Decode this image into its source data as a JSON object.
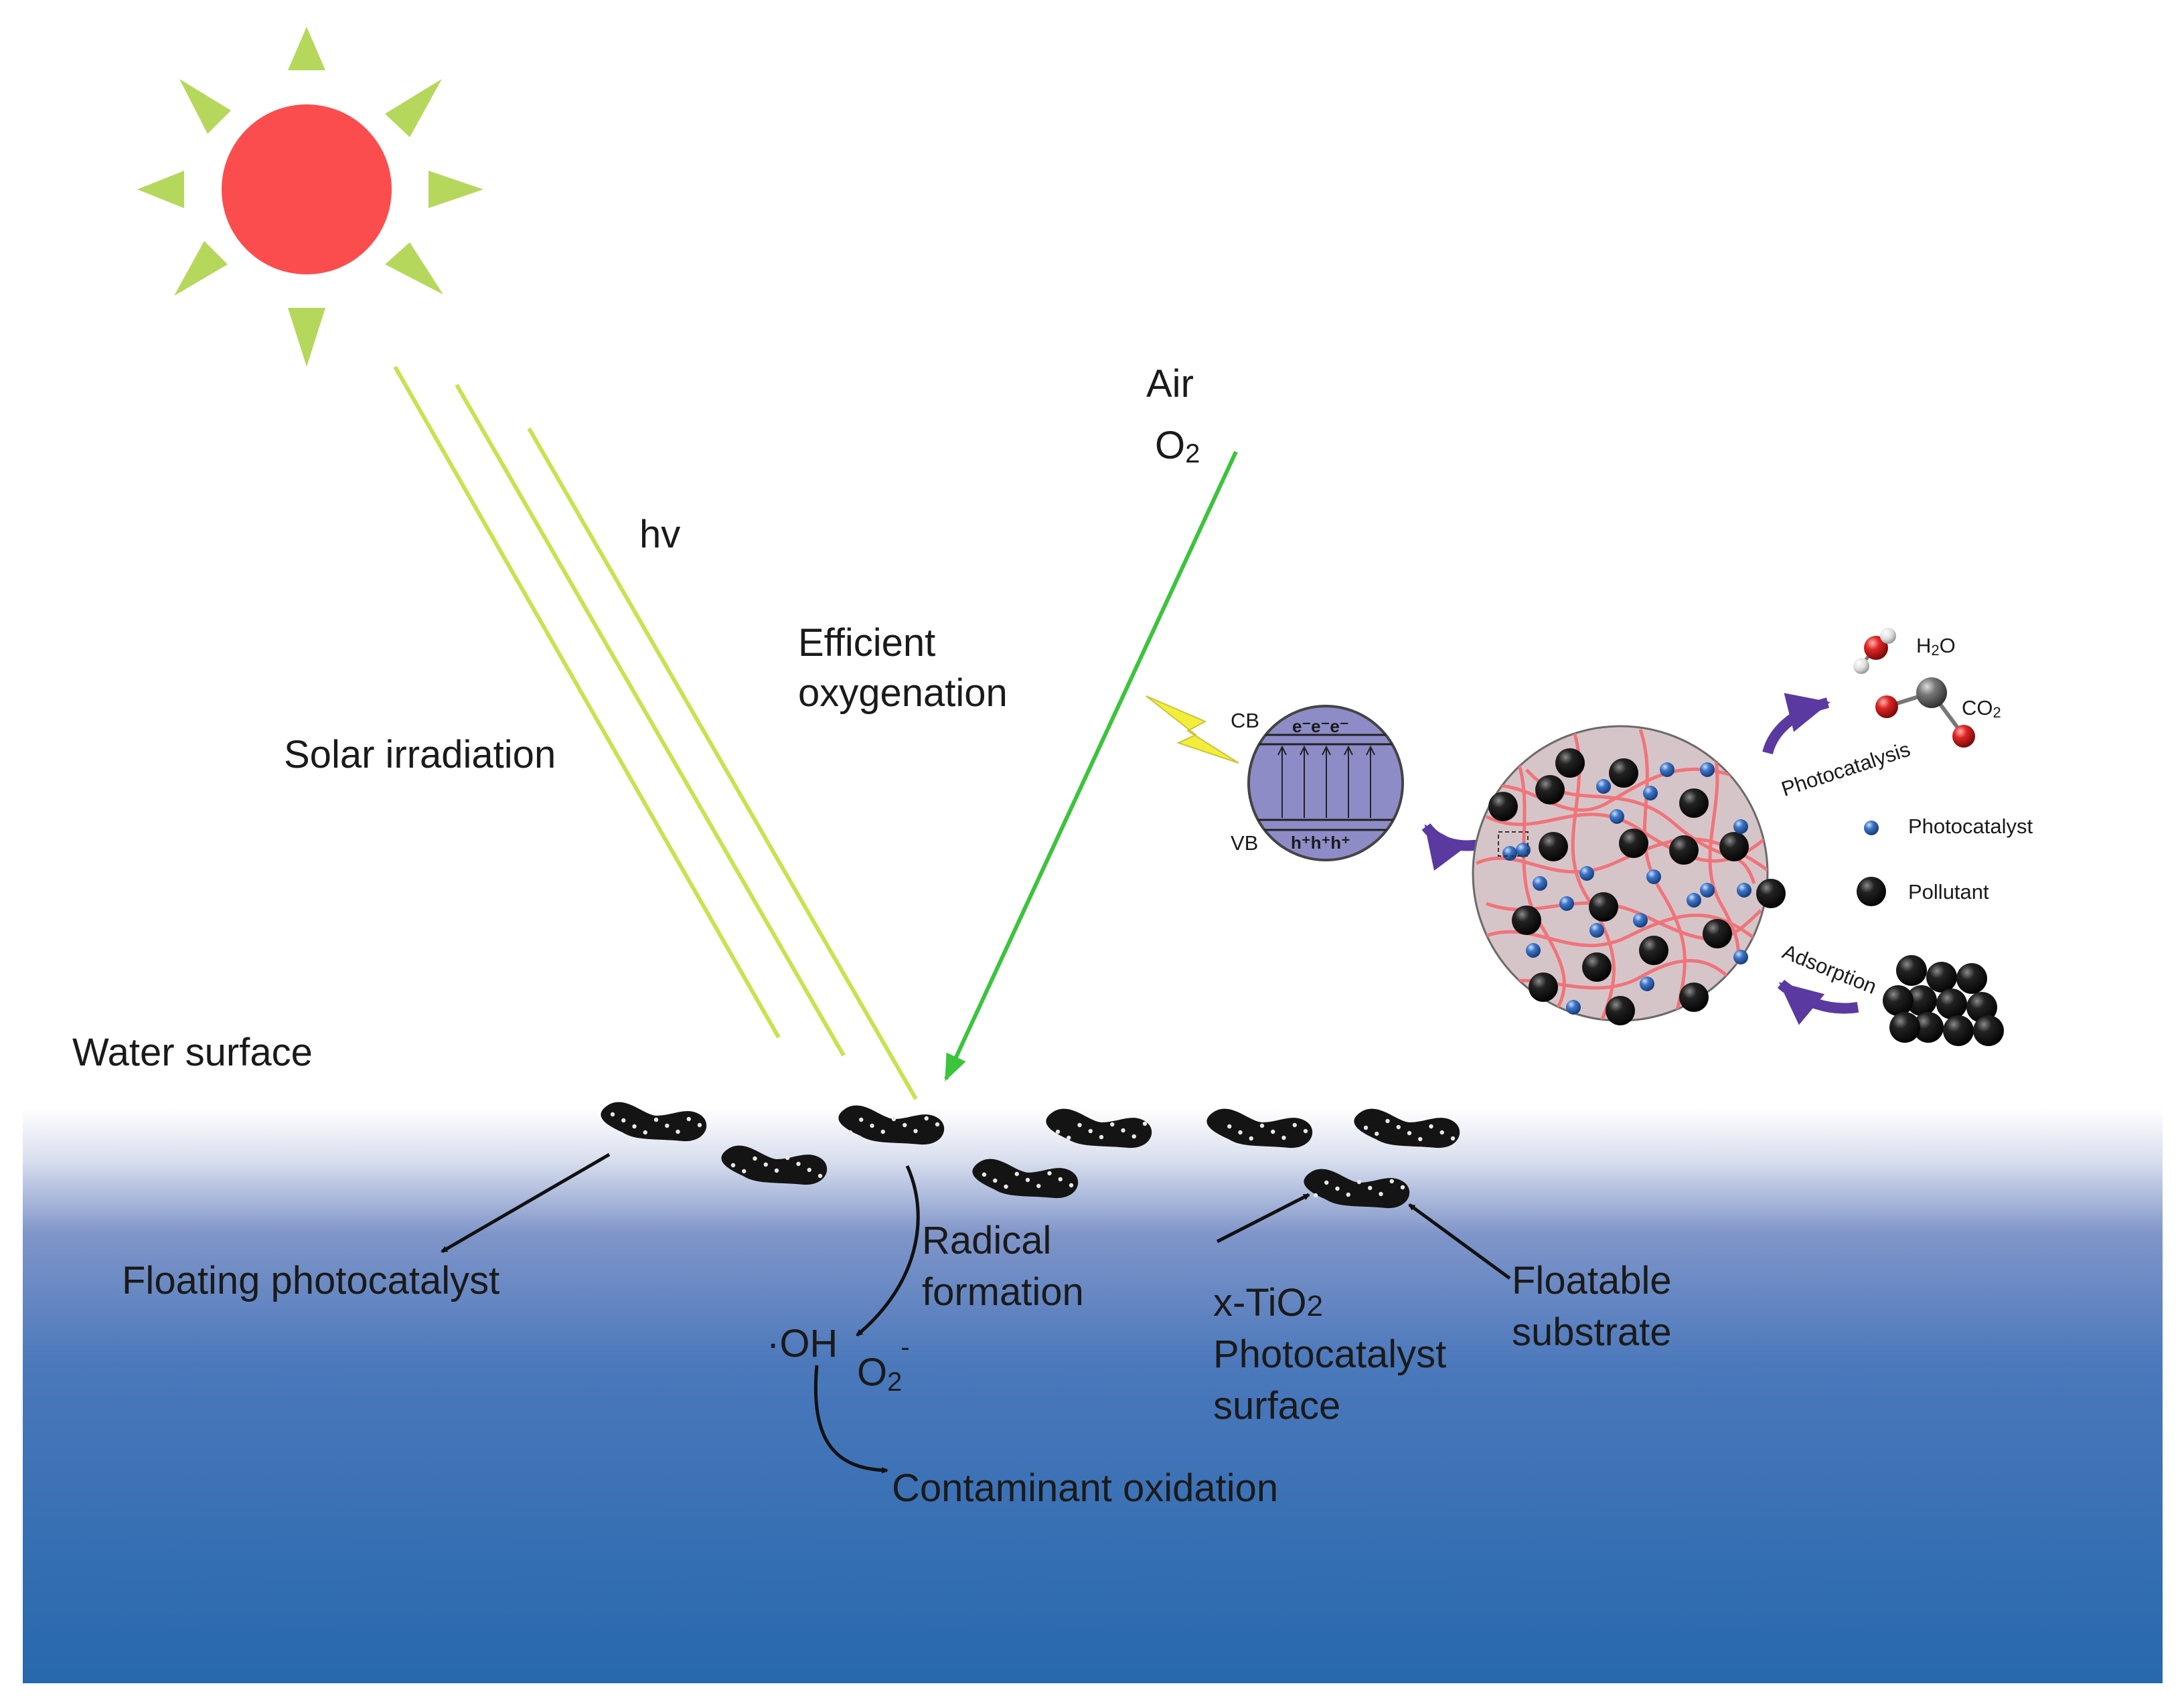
{
  "labels": {
    "air": "Air",
    "o2_air": "O",
    "o2_air_sub": "2",
    "hv": "hv",
    "efficient_1": "Efficient",
    "efficient_2": "oxygenation",
    "solar": "Solar irradiation",
    "water_surface": "Water surface",
    "floating_photocatalyst": "Floating photocatalyst",
    "radical_1": "Radical",
    "radical_2": "formation",
    "oh": "·OH",
    "o2_radical": "O",
    "o2_radical_sub": "2",
    "o2_radical_sup": "-",
    "contaminant": "Contaminant oxidation",
    "tio2_1": "x-TiO",
    "tio2_1_sub": "2",
    "tio2_2": "Photocatalyst",
    "tio2_3": "surface",
    "floatable_1": "Floatable",
    "floatable_2": "substrate"
  },
  "inset": {
    "cb": "CB",
    "vb": "VB",
    "electrons": "e⁻e⁻e⁻",
    "holes": "h⁺h⁺h⁺",
    "h2o": "H",
    "h2o_sub": "2",
    "h2o_end": "O",
    "co2": "CO",
    "co2_sub": "2",
    "photocatalysis": "Photocatalysis",
    "adsorption": "Adsorption",
    "legend_photocatalyst": "Photocatalyst",
    "legend_pollutant": "Pollutant"
  },
  "colors": {
    "sun": "#fb4d4d",
    "sun_rays": "#b5d85c",
    "light_beam": "#c7e34e",
    "air_arrow": "#3cc43c",
    "water_top": "#ffffff",
    "water_bottom": "#2a6bb0",
    "catalyst": "#141414",
    "inset_arrow": "#5a3aa0",
    "band_circle": "#8d8cc7",
    "sphere_fill": "#d6c5c8",
    "fiber": "#f0747a",
    "blue_dot": "#3f78c6"
  }
}
